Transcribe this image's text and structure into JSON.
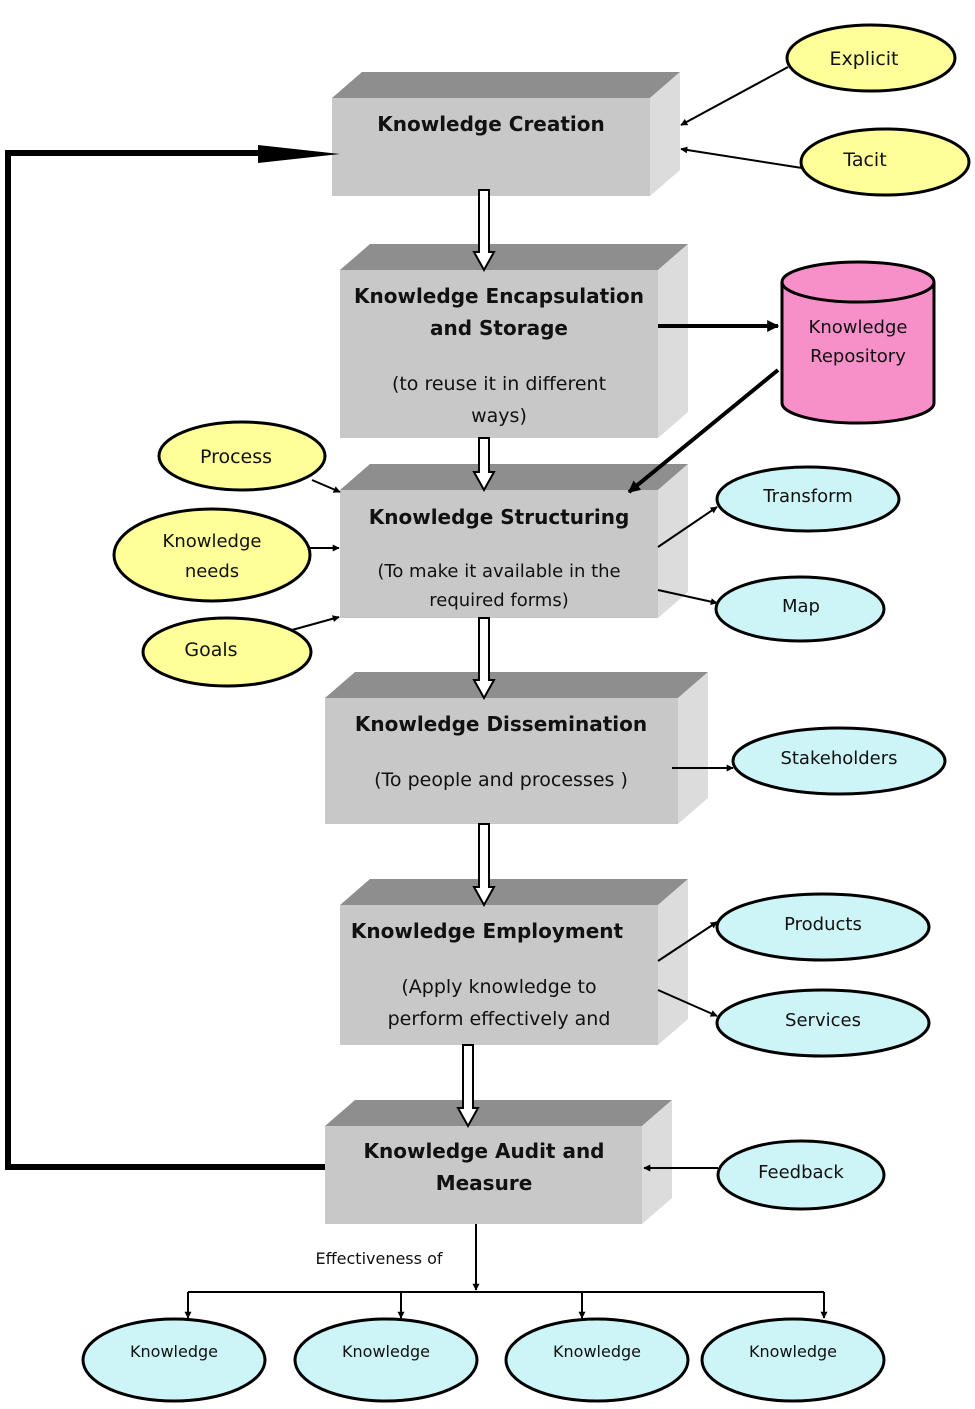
{
  "stages": [
    {
      "id": "creation",
      "lines": [
        "Knowledge Creation"
      ],
      "sub": []
    },
    {
      "id": "encapsulation",
      "lines": [
        "Knowledge  Encapsulation",
        "and Storage"
      ],
      "sub": [
        "(to reuse it in different",
        "ways)"
      ]
    },
    {
      "id": "structuring",
      "lines": [
        "Knowledge Structuring"
      ],
      "sub": [
        "(To make it  available in the",
        "required forms)"
      ]
    },
    {
      "id": "dissemination",
      "lines": [
        "Knowledge Dissemination"
      ],
      "sub": [
        "(To people and processes )"
      ]
    },
    {
      "id": "employment",
      "lines": [
        "Knowledge Employment"
      ],
      "sub": [
        "(Apply knowledge to",
        "perform effectively  and"
      ]
    },
    {
      "id": "audit",
      "lines": [
        "Knowledge Audit and",
        "Measure"
      ],
      "sub": []
    }
  ],
  "repository": {
    "lines": [
      "Knowledge",
      "Repository"
    ],
    "color": "#f78fc8"
  },
  "inputs": {
    "explicit": "Explicit",
    "tacit": "Tacit",
    "process": "Process",
    "knowledge_needs": [
      "Knowledge",
      "needs"
    ],
    "goals": "Goals"
  },
  "outputs": {
    "transform": "Transform",
    "map": "Map",
    "stakeholders": "Stakeholders",
    "products": "Products",
    "services": "Services",
    "feedback": "Feedback"
  },
  "effectiveness_label": "Effectiveness of",
  "bottom_ovals": [
    "Knowledge",
    "Knowledge",
    "Knowledge",
    "Knowledge"
  ],
  "colors": {
    "yellow_oval": "#ffff99",
    "cyan_oval": "#cdf5f8",
    "box_face": "#c8c8c8",
    "box_top": "#8e8e8e",
    "box_side": "#dcdcdc"
  }
}
